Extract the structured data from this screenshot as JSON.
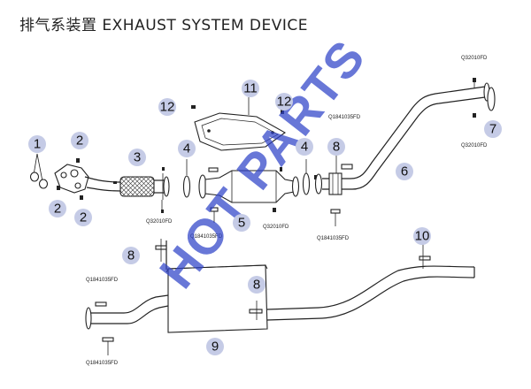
{
  "title": "排气系装置 EXHAUST SYSTEM DEVICE",
  "watermark": "HOT PARTS",
  "callouts": {
    "c1": "1",
    "c2a": "2",
    "c2b": "2",
    "c2c": "2",
    "c3": "3",
    "c4a": "4",
    "c4b": "4",
    "c5": "5",
    "c6": "6",
    "c7": "7",
    "c8a": "8",
    "c8b": "8",
    "c8c": "8",
    "c9": "9",
    "c10": "10",
    "c11": "11",
    "c12a": "12",
    "c12b": "12"
  },
  "part_codes": {
    "q32010fd_a": "Q32010FD",
    "q32010fd_b": "Q32010FD",
    "q32010fd_c": "Q32010FD",
    "q32010fd_d": "Q32010FD",
    "q1841035fd_a": "Q1841035FD",
    "q1841035fd_b": "Q1841035FD",
    "q1841035fd_c": "Q1841035FD",
    "q1841035fd_d": "Q1841035FD",
    "q1841035fd_e": "Q1841035FD"
  },
  "colors": {
    "balloon": "#c5cbe6",
    "watermark": "#2f43c9",
    "line": "#222222"
  }
}
